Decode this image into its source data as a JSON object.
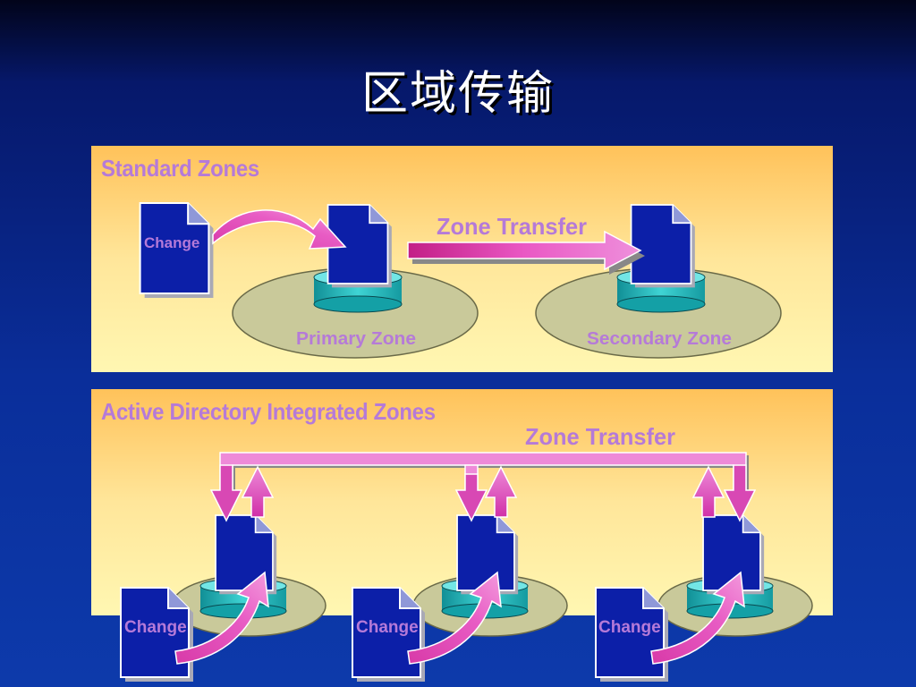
{
  "title": "区域传输",
  "standard": {
    "heading": "Standard Zones",
    "change_label": "Change",
    "transfer_label": "Zone Transfer",
    "primary_label": "Primary Zone",
    "secondary_label": "Secondary Zone"
  },
  "ad": {
    "heading": "Active Directory Integrated Zones",
    "transfer_label": "Zone Transfer",
    "change_labels": [
      "Change",
      "Change",
      "Change"
    ]
  },
  "colors": {
    "document_fill": "#0c1fa8",
    "zone_text": "#b57ad8",
    "arrow_pink": "#e040b8",
    "cylinder_teal": "#2fc8c8",
    "ellipse_olive": "#c9c99a"
  }
}
